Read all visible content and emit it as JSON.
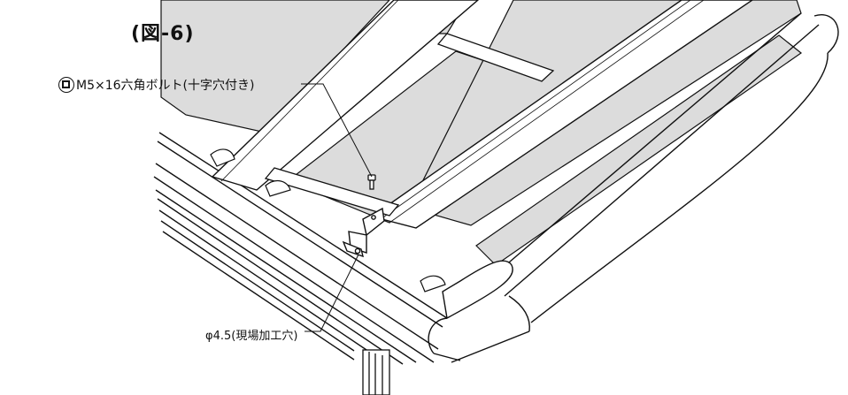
{
  "figure": {
    "title": "(図-6)",
    "callouts": {
      "bolt": "M5×16六角ボルト(十字穴付き)",
      "hole": "φ4.5(現場加工穴)"
    },
    "part_mark_icon": "circled-square-icon"
  },
  "colors": {
    "line": "#111111",
    "panel_fill": "#dcdcdc",
    "background": "#ffffff"
  }
}
